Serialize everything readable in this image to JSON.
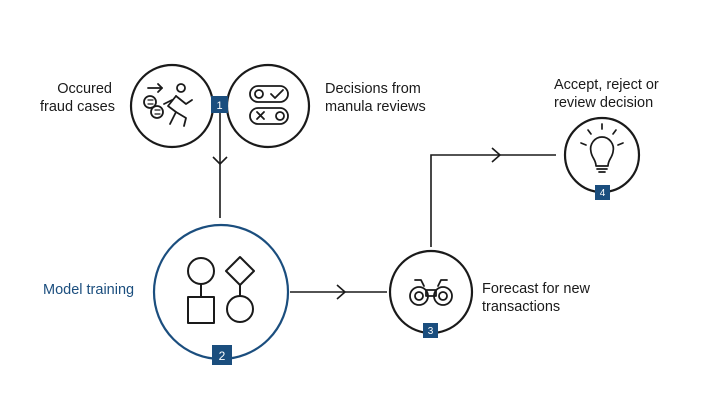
{
  "colors": {
    "stroke": "#1a1a1a",
    "accent": "#1b4e7e",
    "badge": "#1b4e7e",
    "badge_text": "#ffffff"
  },
  "nodes": {
    "fraud_cases": {
      "label_lines": [
        "Occured",
        "fraud cases"
      ],
      "icon": "fraud-runner-icon"
    },
    "manual_reviews": {
      "label_lines": [
        "Decisions from",
        "manula reviews"
      ],
      "icon": "review-toggle-icon",
      "badge": "1"
    },
    "model_training": {
      "label": "Model training",
      "icon": "shapes-model-icon",
      "badge": "2"
    },
    "forecast": {
      "label_lines": [
        "Forecast for new",
        "transactions"
      ],
      "icon": "binoculars-icon",
      "badge": "3"
    },
    "decision": {
      "label_lines": [
        "Accept, reject or",
        "review decision"
      ],
      "icon": "lightbulb-icon",
      "badge": "4"
    }
  }
}
